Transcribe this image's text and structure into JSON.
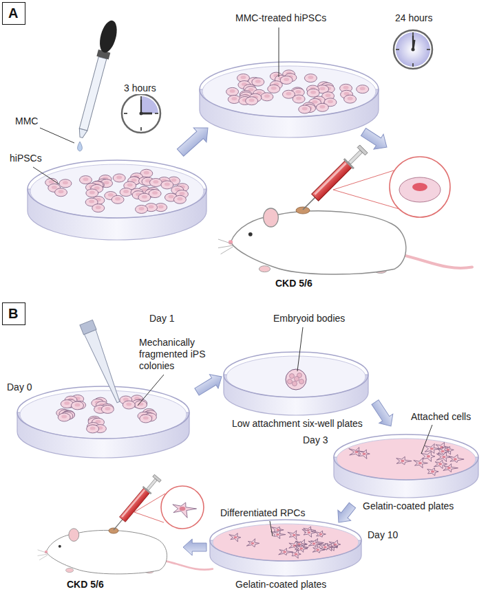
{
  "diagram": {
    "nodes": [
      {
        "text": [
          "A"
        ]
      },
      {
        "text": [
          "B"
        ]
      }
    ],
    "labels": [
      "MMC-treated hiPSCs",
      "3 hours",
      "24 hours",
      "MMC",
      "hiPSCs",
      "CKD 5/6",
      "Day 1",
      "Embryoid bodies",
      "Day 0",
      "Mechanically fragmented iPS colonies",
      "Low attachment six-well plates",
      "Attached cells",
      "Day 3",
      "Gelatin-coated plates",
      "Day 10",
      "Differentiated RPCs",
      "CKD 5/6",
      "Gelatin-coated plates"
    ]
  }
}
